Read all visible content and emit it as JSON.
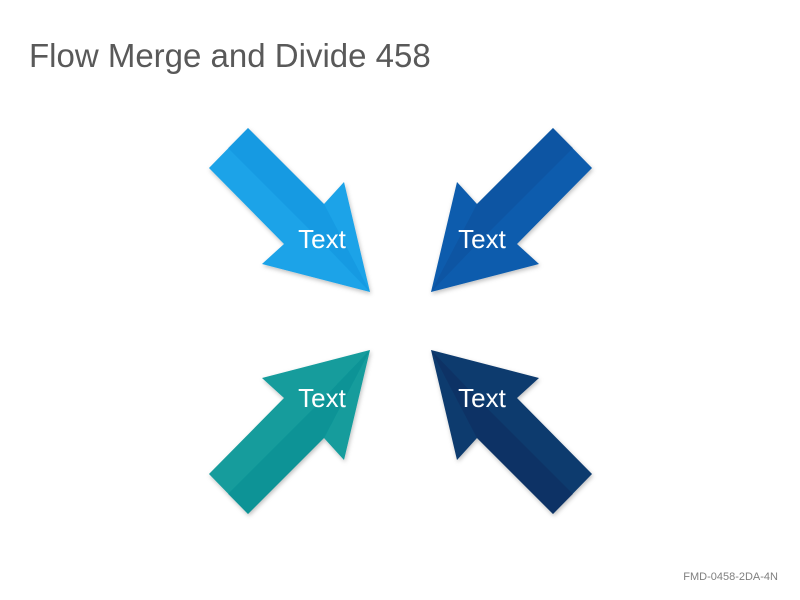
{
  "title": "Flow Merge and Divide 458",
  "arrows": [
    {
      "id": "top-left",
      "label": "Text",
      "color": "#1aa3e8",
      "shade": "#0f8ad6"
    },
    {
      "id": "top-right",
      "label": "Text",
      "color": "#0a5cad",
      "shade": "#084d96"
    },
    {
      "id": "bottom-left",
      "label": "Text",
      "color": "#129c9c",
      "shade": "#0a8a90"
    },
    {
      "id": "bottom-right",
      "label": "Text",
      "color": "#0b3a6e",
      "shade": "#082d5a"
    }
  ],
  "footer": {
    "code": "FMD-0458-2DA-4N"
  }
}
